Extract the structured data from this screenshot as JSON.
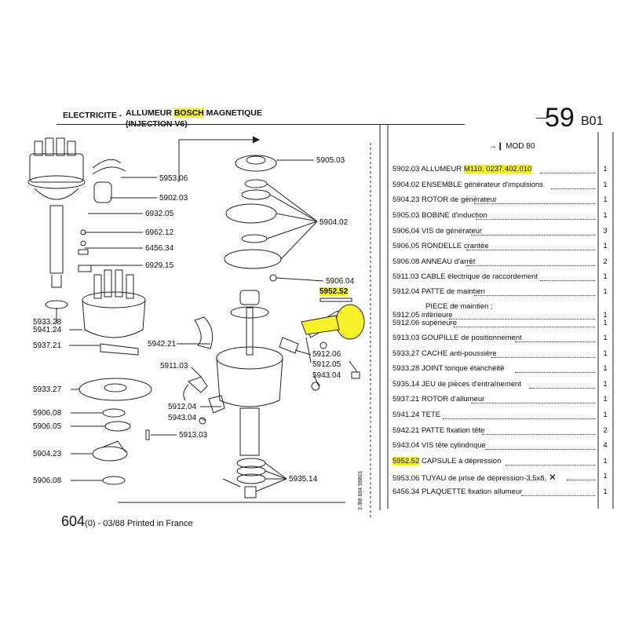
{
  "header": {
    "section": "ELECTRICITE -",
    "title_prefix": "ALLUMEUR ",
    "title_brand": "BOSCH",
    "title_suffix": " MAGNETIQUE",
    "subtitle": "(INJECTION V6)",
    "page_number": "59",
    "page_ref": "B01",
    "model_tag": "MOD 80"
  },
  "diagram_labels": [
    "5953.06",
    "5902.03",
    "6932.05",
    "6962.12",
    "6456.34",
    "6929.15",
    "5933.28",
    "5941.24",
    "5937.21",
    "5942.21",
    "5911.03",
    "5933.27",
    "5912.04",
    "5906.08",
    "5943.04",
    "5906.05",
    "5913.03",
    "5904.23",
    "5906.08",
    "5905.03",
    "5904.02",
    "5906.04",
    "5952.52",
    "5912.06",
    "5912.05",
    "5943.04",
    "5935.14"
  ],
  "parts": [
    {
      "code": "5902.03",
      "desc": "ALLUMEUR ",
      "highlight": "M110, 0237.402.010",
      "qty": "1"
    },
    {
      "code": "5904.02",
      "desc": "ENSEMBLE générateur d'impulsions",
      "qty": "1"
    },
    {
      "code": "5904.23",
      "desc": "ROTOR de générateur",
      "qty": "1"
    },
    {
      "code": "5905.03",
      "desc": "BOBINE d'induction",
      "qty": "1"
    },
    {
      "code": "5906.04",
      "desc": "VIS de générateur",
      "qty": "3"
    },
    {
      "code": "5906.05",
      "desc": "RONDELLE crantée",
      "qty": "1"
    },
    {
      "code": "5906.08",
      "desc": "ANNEAU d'arrêt",
      "qty": "2"
    },
    {
      "code": "5911.03",
      "desc": "CABLE électrique de raccordement",
      "qty": "1"
    },
    {
      "code": "5912.04",
      "desc": "PATTE de maintien",
      "qty": "1"
    },
    {
      "code": "",
      "desc": "PIECE de maintien ;",
      "qty": ""
    },
    {
      "code": "5912.05",
      "desc": "inférieure",
      "qty": "1"
    },
    {
      "code": "5912.06",
      "desc": "supérieure",
      "qty": "1"
    },
    {
      "code": "5913.03",
      "desc": "GOUPILLE de positionnement",
      "qty": "1"
    },
    {
      "code": "5933.27",
      "desc": "CACHE anti-poussière",
      "qty": "1"
    },
    {
      "code": "5933.28",
      "desc": "JOINT torique étanchéité",
      "qty": "1"
    },
    {
      "code": "5935.14",
      "desc": "JEU de pièces d'entraînement",
      "qty": "1"
    },
    {
      "code": "5937.21",
      "desc": "ROTOR d'allumeur",
      "qty": "1"
    },
    {
      "code": "5941.24",
      "desc": "TETE",
      "qty": "1"
    },
    {
      "code": "5942.21",
      "desc": "PATTE fixation tête",
      "qty": "2"
    },
    {
      "code": "5943.04",
      "desc": "VIS tête cylindrique",
      "qty": "4"
    },
    {
      "code": "5952.52",
      "desc": "CAPSULE à dépression",
      "qty": "1"
    },
    {
      "code": "5953.06",
      "desc": "TUYAU de prise de dépression-3,5x8,",
      "qty": "1"
    },
    {
      "code": "6456.34",
      "desc": "PLAQUETTE fixation allumeur",
      "qty": "1"
    }
  ],
  "footer": {
    "code": "604",
    "suffix": "(0) - 03/88 Printed in France",
    "vertical": "3 /88 604 59801"
  }
}
